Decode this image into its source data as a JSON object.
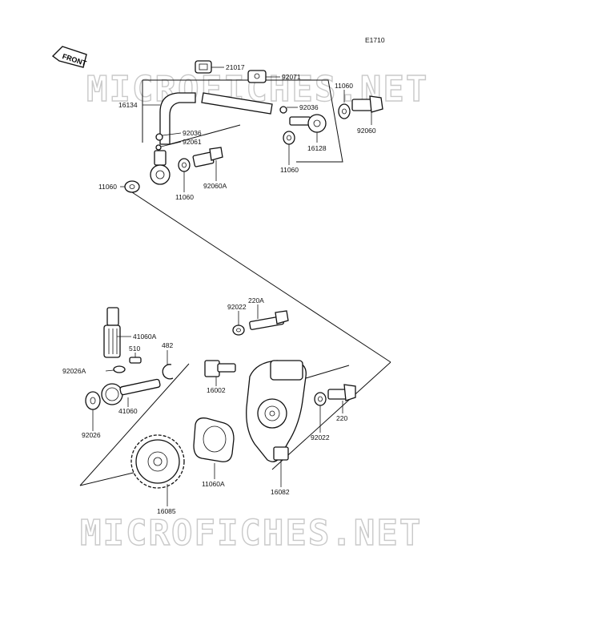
{
  "diagram": {
    "code": "E1710",
    "front_label": "FRONT",
    "watermark": "MICROFICHES.NET",
    "labels": {
      "p21017": "21017",
      "p92071": "92071",
      "p11060_tr": "11060",
      "p16134": "16134",
      "p92036_r": "92036",
      "p92060": "92060",
      "p92036_l": "92036",
      "p92061": "92061",
      "p16128": "16128",
      "p11060_mr": "11060",
      "p11060_l": "11060",
      "p11060_m": "11060",
      "p92060A": "92060A",
      "p92022_t": "92022",
      "p220A": "220A",
      "p41060A": "41060A",
      "p510": "510",
      "p482": "482",
      "p92026A": "92026A",
      "p16002": "16002",
      "p41060": "41060",
      "p92026": "92026",
      "p220": "220",
      "p92022_b": "92022",
      "p11060A": "11060A",
      "p16082": "16082",
      "p16085": "16085"
    }
  }
}
